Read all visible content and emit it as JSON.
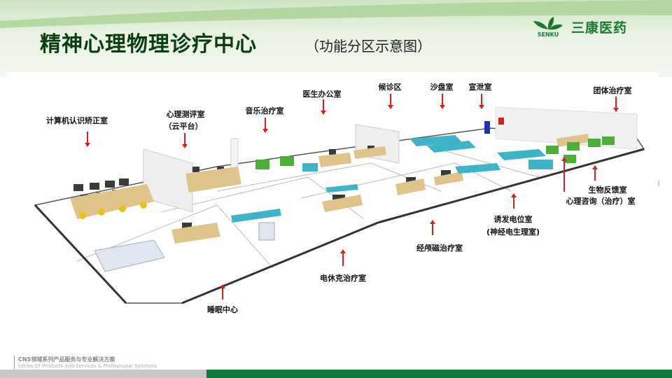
{
  "header": {
    "title": "精神心理物理诊疗中心",
    "subtitle": "（功能分区示意图）"
  },
  "logo": {
    "brand_en": "SENKU",
    "brand_cn": "三康医药"
  },
  "rooms": [
    {
      "name": "计算机认识矫正室"
    },
    {
      "name": "心理测评室",
      "sub": "（云平台）"
    },
    {
      "name": "音乐治疗室"
    },
    {
      "name": "医生办公室"
    },
    {
      "name": "候诊区"
    },
    {
      "name": "沙盘室"
    },
    {
      "name": "宣泄室"
    },
    {
      "name": "团体治疗室"
    },
    {
      "name": "生物反馈室"
    },
    {
      "name": "心理咨询（治疗）室"
    },
    {
      "name": "诱发电位室",
      "sub": "(神经电生理室)"
    },
    {
      "name": "经颅磁治疗室"
    },
    {
      "name": "电休克治疗室"
    },
    {
      "name": "睡眠中心"
    }
  ],
  "footer": {
    "line1": "CNS领域系列产品服务与专业解决方案",
    "line2": "Series Of Products And Services & Professional Solutions"
  },
  "colors": {
    "brand_green": "#0d7a3a",
    "title_green": "#0b3d12",
    "arrow_red": "#d42020"
  }
}
